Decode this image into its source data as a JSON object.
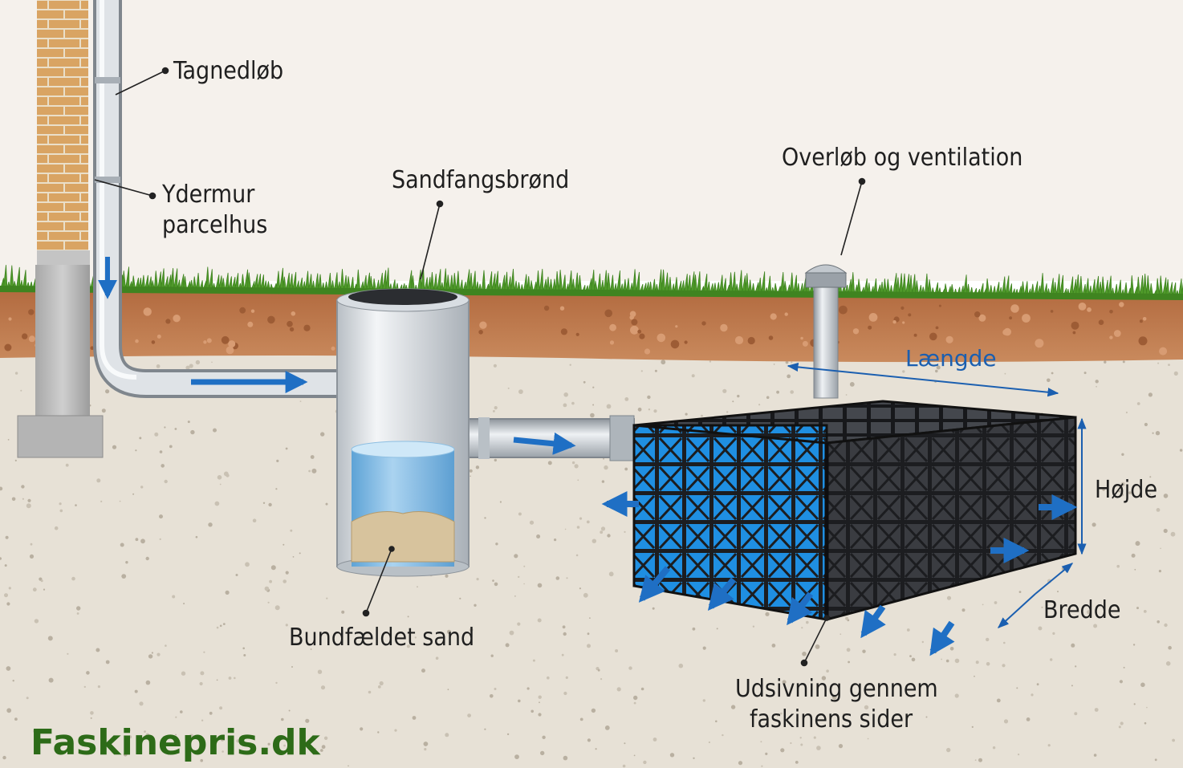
{
  "labels": {
    "downpipe": "Tagnedløb",
    "outer_wall_line1": "Ydermur",
    "outer_wall_line2": "parcelhus",
    "sand_trap": "Sandfangsbrønd",
    "overflow_vent": "Overløb og ventilation",
    "settled_sand": "Bundfældet sand",
    "infiltration_line1": "Udsivning gennem",
    "infiltration_line2": "faskinens sider"
  },
  "dimensions": {
    "length": "Længde",
    "height": "Højde",
    "width": "Bredde"
  },
  "brand": "Faskinepris.dk",
  "colors": {
    "grass": "#4f9a2a",
    "topsoil": "#b8734a",
    "subsoil": "#e7e1d6",
    "brick": "#d9a463",
    "pipe": "#c9ced4",
    "water": "#7fb8e2",
    "crate": "#1c1d20",
    "crate_water": "#1d8fe0",
    "arrow": "#1f6fc4",
    "dimension": "#1b5fb0",
    "brand": "#2d6b18"
  }
}
